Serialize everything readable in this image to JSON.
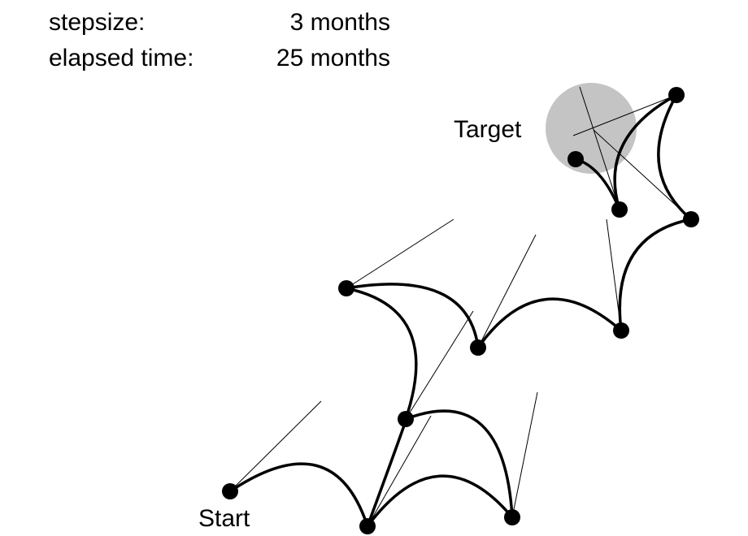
{
  "info": {
    "stepsize_label": "stepsize:",
    "stepsize_value": "3 months",
    "elapsed_label": "elapsed time:",
    "elapsed_value": "25 months"
  },
  "labels": {
    "start": "Start",
    "target": "Target"
  },
  "colors": {
    "target_zone": "#c4c4c4",
    "ink": "#000000"
  }
}
